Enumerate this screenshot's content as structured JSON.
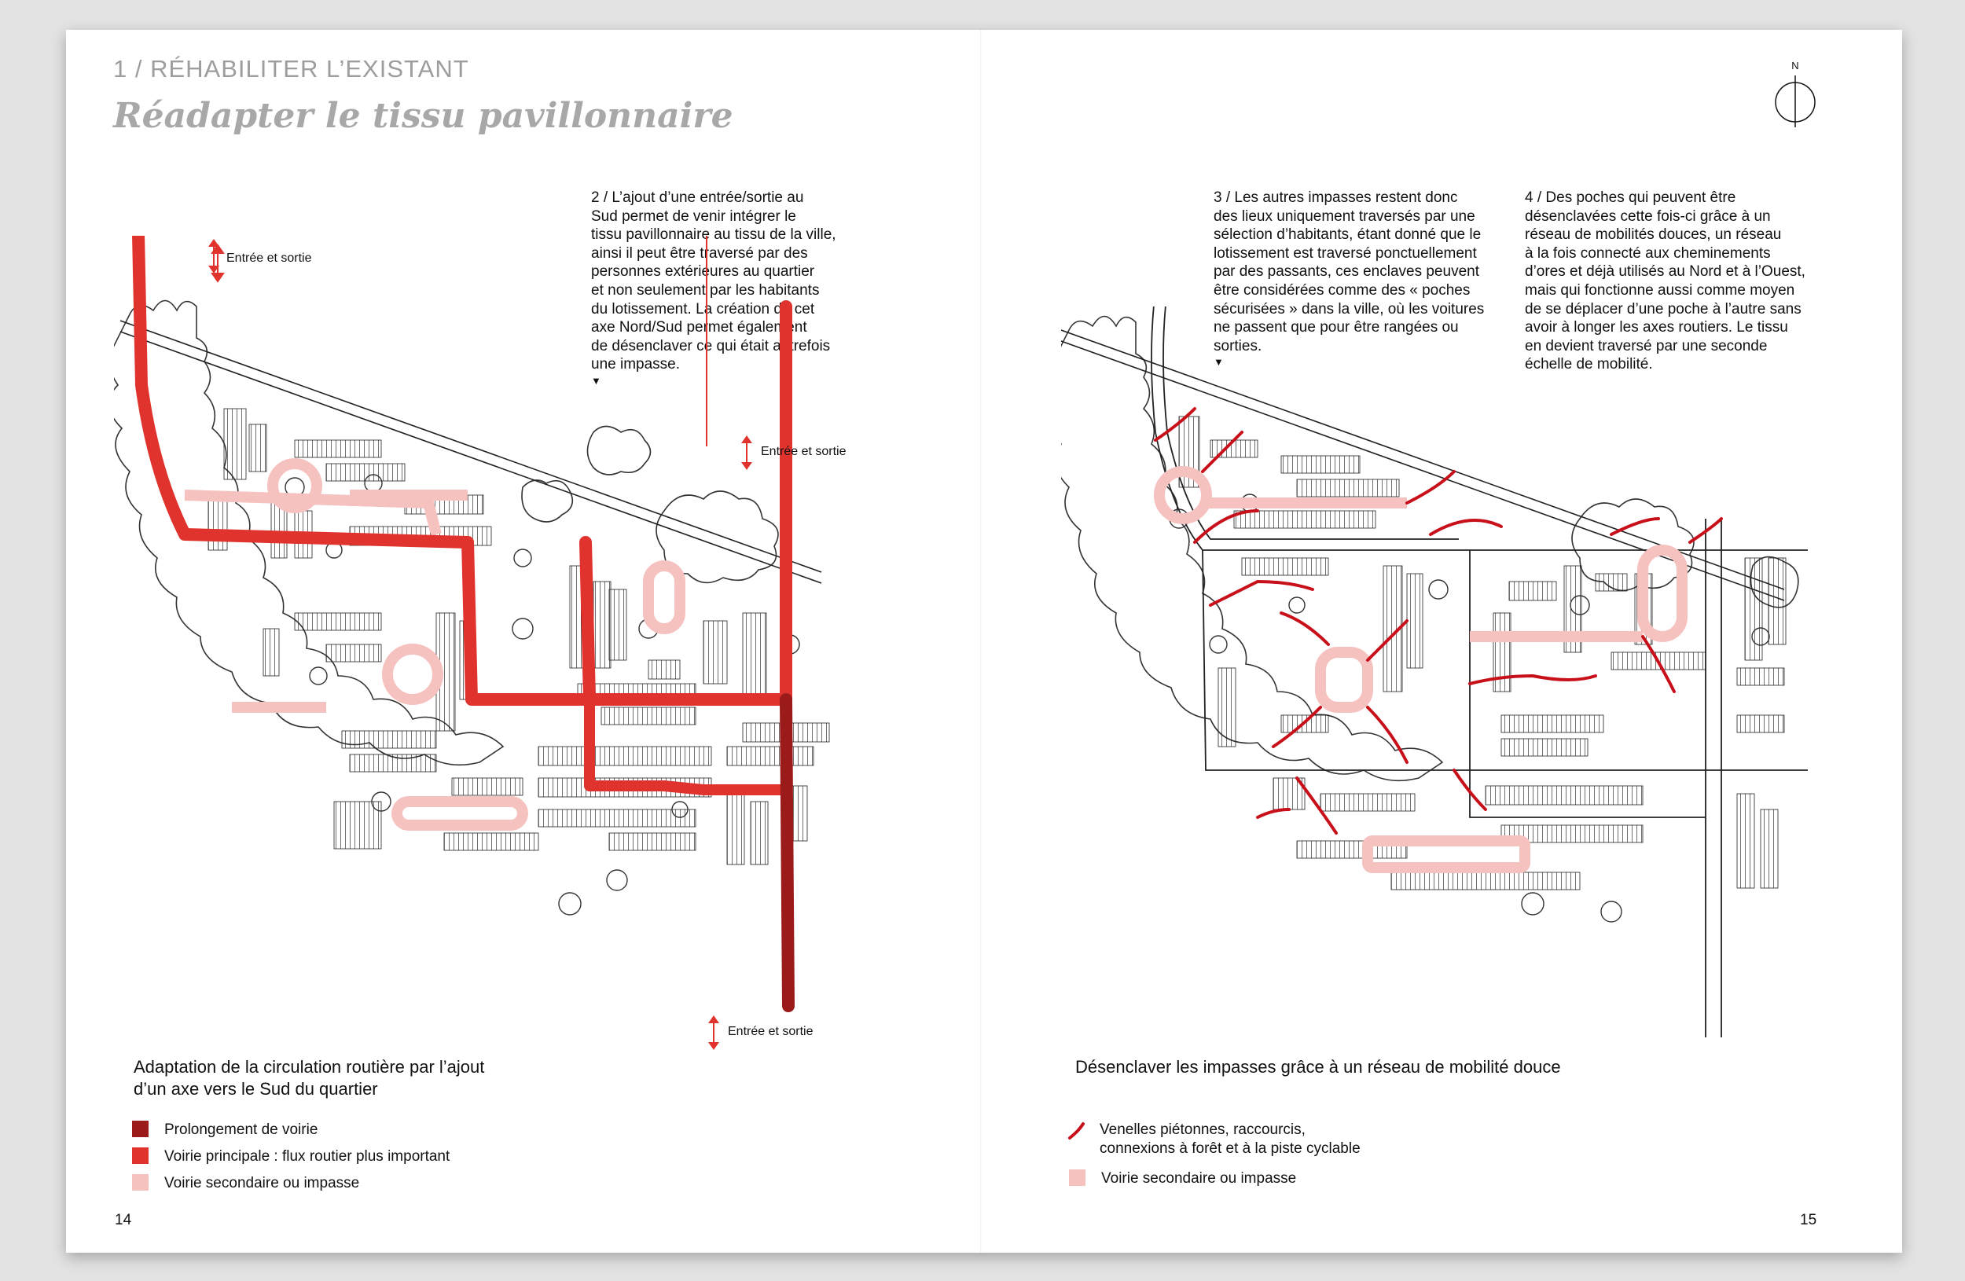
{
  "colors": {
    "dark_red": "#9b1a1a",
    "main_red": "#e0332e",
    "light_pink": "#f5c2c0"
  },
  "header": {
    "section": "1 / RÉHABILITER L’EXISTANT",
    "title": "Réadapter le tissu pavillonnaire"
  },
  "left_page": {
    "paragraph": "2 / L’ajout d’une entrée/sortie au Sud permet de venir intégrer le tissu pavillonnaire au tissu de la ville, ainsi il peut être traversé par des personnes extérieures au quartier et non seulement par les habitants du lotissement. La création de cet axe Nord/Sud permet également de désenclaver ce qui était autrefois une impasse.",
    "paragraph_lines": [
      "2 / L’ajout d’une entrée/sortie au",
      "Sud permet de venir intégrer le",
      "tissu pavillonnaire au tissu de la ville,",
      "ainsi il peut être traversé par des",
      "personnes extérieures au quartier",
      "et non seulement par les habitants",
      "du lotissement. La création de cet",
      "axe Nord/Sud permet également",
      "de désenclaver ce qui était autrefois",
      "une impasse."
    ],
    "map_labels": {
      "entry_top": "Entrée et sortie",
      "entry_right": "Entrée et sortie",
      "entry_bottom": "Entrée et sortie"
    },
    "caption_lines": [
      "Adaptation de la circulation routière par l’ajout",
      "d’un axe vers le Sud du quartier"
    ],
    "legend": [
      {
        "label": "Prolongement de voirie",
        "color": "#9b1a1a"
      },
      {
        "label": "Voirie principale : flux routier plus important",
        "color": "#e0332e"
      },
      {
        "label": "Voirie secondaire ou impasse",
        "color": "#f5c2c0"
      }
    ],
    "page_number": "14"
  },
  "right_page": {
    "compass_label": "N",
    "paragraph3_lines": [
      "3 / Les autres impasses restent donc",
      "des lieux uniquement traversés par une",
      "sélection d’habitants, étant donné que le",
      "lotissement est traversé ponctuellement",
      "par des passants, ces enclaves peuvent",
      "être considérées comme des « poches",
      "sécurisées » dans la ville, où les voitures",
      "ne passent que pour être rangées ou",
      "sorties."
    ],
    "paragraph4_lines": [
      "4 / Des poches qui peuvent être",
      "désenclavées cette fois-ci grâce à un",
      "réseau de mobilités douces, un réseau",
      "à la fois connecté aux cheminements",
      "d’ores et déjà utilisés au Nord et à l’Ouest,",
      "mais qui fonctionne aussi comme moyen",
      "de se déplacer d’une poche à l’autre sans",
      "avoir à longer les axes routiers. Le tissu",
      "en devient traversé par une seconde",
      "échelle de mobilité."
    ],
    "caption": "Désenclaver les impasses grâce à un réseau de mobilité douce",
    "legend": [
      {
        "label_line1": "Venelles piétonnes, raccourcis,",
        "label_line2": "connexions à forêt et à la piste cyclable",
        "color": "#c8101b"
      },
      {
        "label_line1": "Voirie secondaire ou impasse",
        "color": "#f5c2c0"
      }
    ],
    "page_number": "15"
  }
}
